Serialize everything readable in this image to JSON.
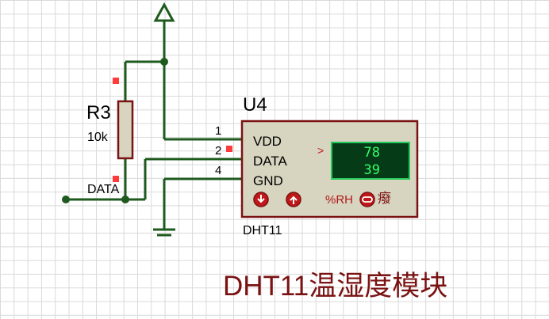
{
  "component": {
    "ref": "U4",
    "part": "DHT11",
    "pins": [
      {
        "num": "1",
        "name": "VDD"
      },
      {
        "num": "2",
        "name": "DATA"
      },
      {
        "num": "4",
        "name": "GND"
      }
    ],
    "display": {
      "humidity": "78",
      "temperature": "39",
      "unit": "%RH",
      "indicator": ">"
    },
    "controls": {
      "down_icon": "arrow-down-circle-icon",
      "up_icon": "arrow-up-circle-icon",
      "toggle_icon": "toggle-icon",
      "extra_glyph": "癈"
    }
  },
  "resistor": {
    "ref": "R3",
    "value": "10k"
  },
  "net_label": "DATA",
  "caption": "DHT11温湿度模块",
  "colors": {
    "wire": "#1e5a1e",
    "body_fill": "#d7d4c0",
    "body_stroke": "#7a1212",
    "lcd_bg": "#063b17",
    "lcd_text": "#35ff6a",
    "marker": "#ff3b3b"
  }
}
